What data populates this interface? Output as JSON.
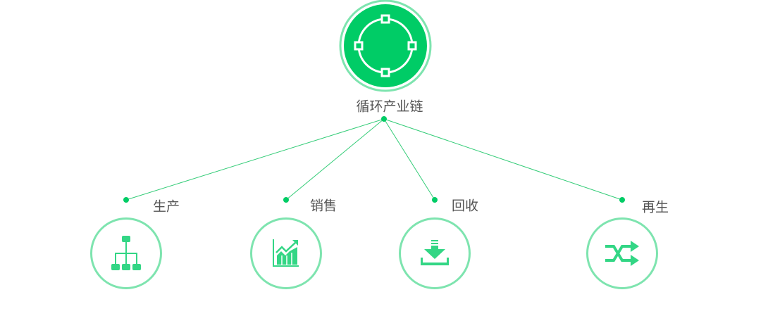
{
  "title": "循环产业链",
  "colors": {
    "primary": "#00cc66",
    "ring": "#7ee4af",
    "icon": "#33d685",
    "line": "#33cc77"
  },
  "nodes": [
    {
      "label": "生产",
      "icon": "sitemap-icon"
    },
    {
      "label": "销售",
      "icon": "growth-chart-icon"
    },
    {
      "label": "回收",
      "icon": "download-icon"
    },
    {
      "label": "再生",
      "icon": "shuffle-icon"
    }
  ]
}
